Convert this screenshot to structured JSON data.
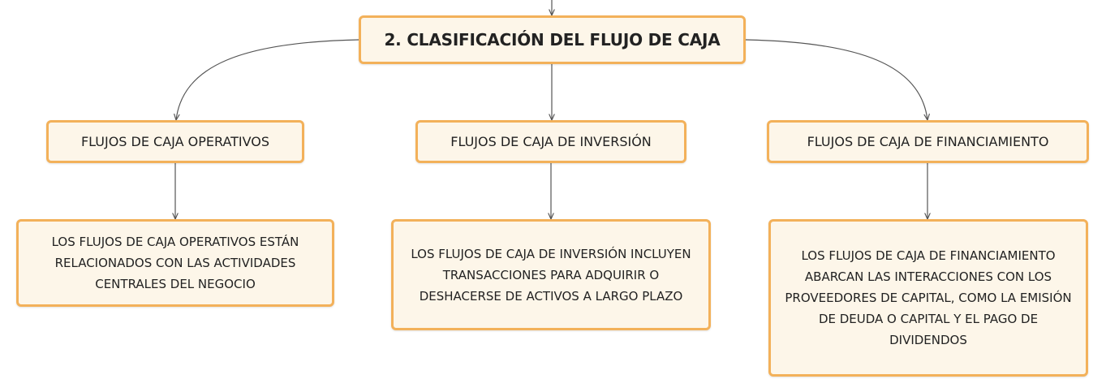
{
  "diagram": {
    "root": {
      "label": "2. CLASIFICACIÓN DEL FLUJO DE CAJA"
    },
    "branches": [
      {
        "label": "FLUJOS DE CAJA OPERATIVOS",
        "description": "LOS FLUJOS DE CAJA OPERATIVOS ESTÁN RELACIONADOS CON LAS ACTIVIDADES CENTRALES DEL NEGOCIO"
      },
      {
        "label": "FLUJOS DE CAJA DE INVERSIÓN",
        "description": "LOS FLUJOS DE CAJA DE INVERSIÓN INCLUYEN TRANSACCIONES PARA ADQUIRIR O DESHACERSE DE ACTIVOS A LARGO PLAZO"
      },
      {
        "label": "FLUJOS DE CAJA DE FINANCIAMIENTO",
        "description": "LOS FLUJOS DE CAJA DE FINANCIAMIENTO ABARCAN LAS INTERACCIONES CON LOS PROVEEDORES DE CAPITAL, COMO LA EMISIÓN DE DEUDA O CAPITAL Y EL PAGO DE DIVIDENDOS"
      }
    ],
    "colors": {
      "node_border": "#f3b15a",
      "node_fill": "#fdf6e9",
      "connector": "#555555",
      "text": "#222222"
    }
  }
}
